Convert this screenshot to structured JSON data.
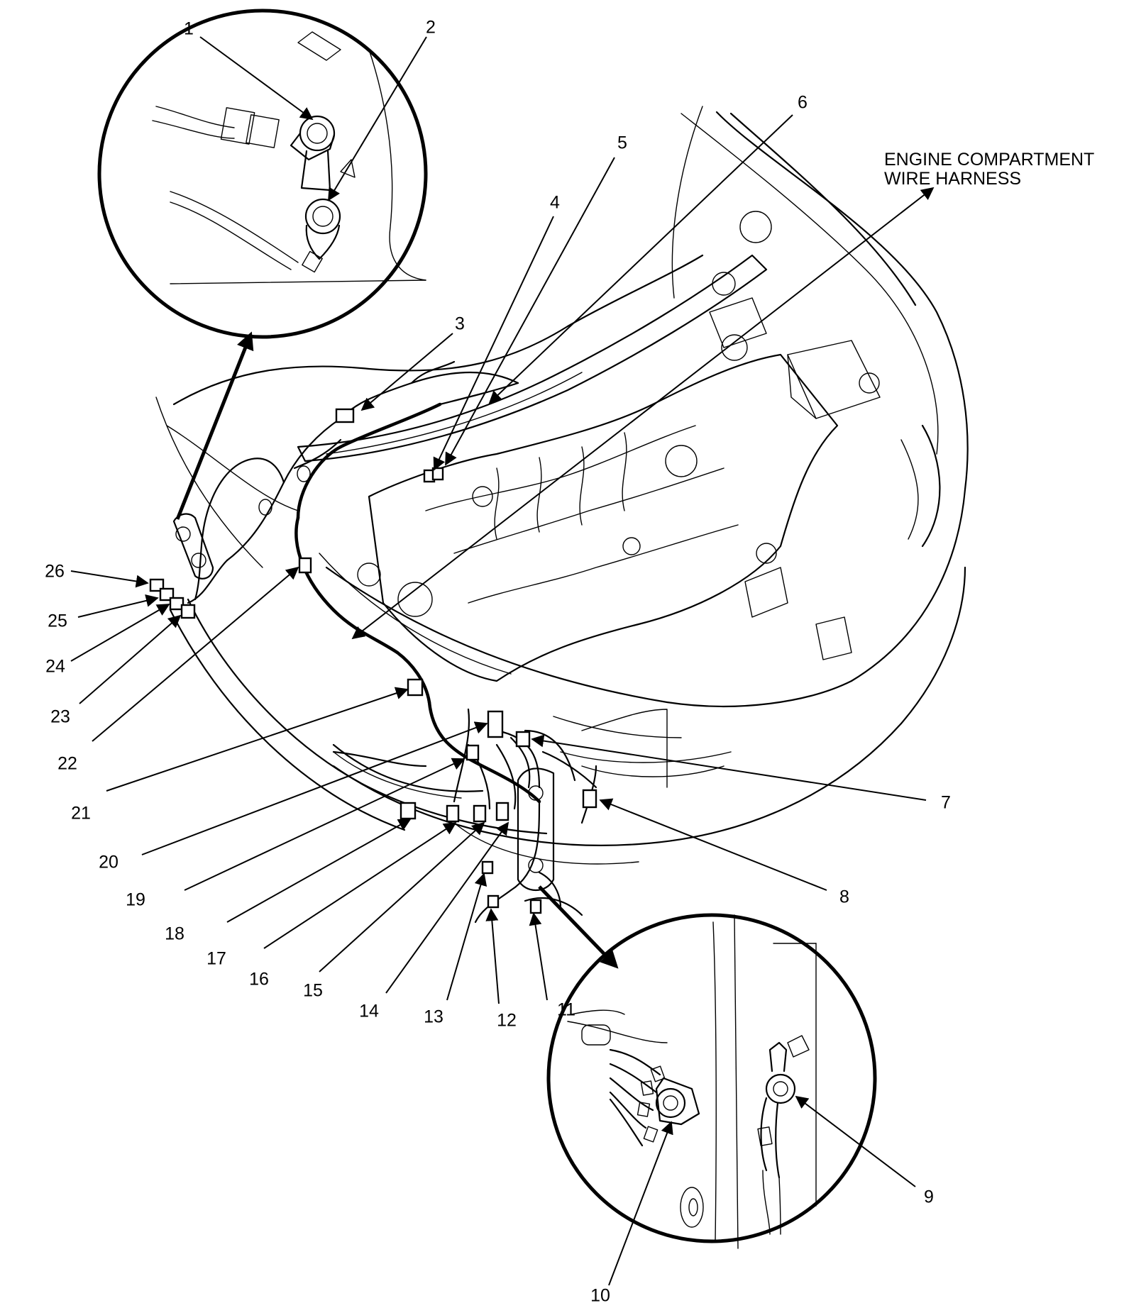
{
  "callouts": {
    "c1": "1",
    "c2": "2",
    "c3": "3",
    "c4": "4",
    "c5": "5",
    "c6": "6",
    "c7": "7",
    "c8": "8",
    "c9": "9",
    "c10": "10",
    "c11": "11",
    "c12": "12",
    "c13": "13",
    "c14": "14",
    "c15": "15",
    "c16": "16",
    "c17": "17",
    "c18": "18",
    "c19": "19",
    "c20": "20",
    "c21": "21",
    "c22": "22",
    "c23": "23",
    "c24": "24",
    "c25": "25",
    "c26": "26"
  },
  "caption": {
    "line1": "ENGINE COMPARTMENT",
    "line2": "WIRE HARNESS"
  }
}
